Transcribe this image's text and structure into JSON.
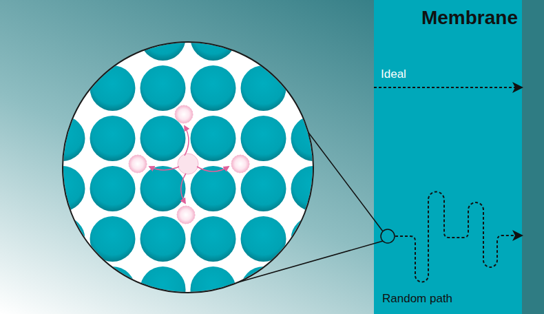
{
  "diagram": {
    "nodes": [
      {
        "text": [
          "Membrane"
        ]
      }
    ],
    "labels": [
      "Ideal",
      "Random path"
    ]
  }
}
